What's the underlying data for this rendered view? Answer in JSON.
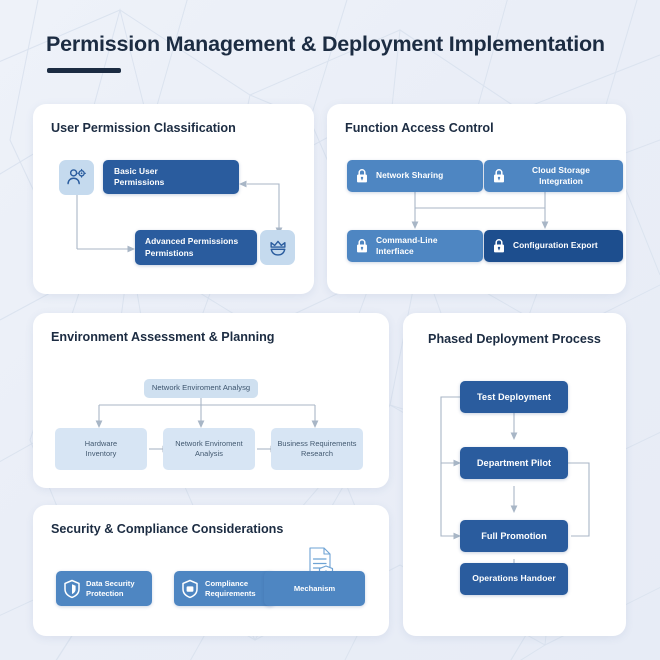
{
  "header": {
    "title": "Permission Management & Deployment Implementation",
    "accent_color": "#1c2c42"
  },
  "colors": {
    "page_background": "#eef1f8",
    "card_background": "#ffffff",
    "node_dark_blue": "#2a5c9e",
    "node_mid_blue": "#4e86c2",
    "node_deep_blue": "#1d4e8e",
    "node_light_blue": "#cfe0f0",
    "icon_tile_blue": "#c5daee",
    "connector_gray": "#a8b6c6",
    "title_text": "#1c2c42"
  },
  "cards": {
    "user_permission": {
      "title": "User Permission Classification",
      "icons": [
        {
          "name": "user-gear-icon"
        },
        {
          "name": "crown-icon"
        }
      ],
      "nodes": [
        {
          "id": "basic-user-permissions",
          "line1": "Basic User",
          "line2": "Permissions",
          "style": "dark"
        },
        {
          "id": "advanced-permissions",
          "line1": "Advanced Permissions",
          "line2": "Permistions",
          "style": "dark"
        }
      ]
    },
    "function_access": {
      "title": "Function Access Control",
      "nodes": [
        {
          "id": "network-sharing",
          "line1": "Network Sharing",
          "line2": "",
          "style": "mid",
          "icon": "lock-icon"
        },
        {
          "id": "cloud-storage-integration",
          "line1": "Cloud Storage",
          "line2": "Integration",
          "style": "mid",
          "icon": "lock-icon"
        },
        {
          "id": "command-line-interface",
          "line1": "Command-Line",
          "line2": "Interfiace",
          "style": "mid",
          "icon": "lock-icon"
        },
        {
          "id": "configuration-export",
          "line1": "Configuration Export",
          "line2": "",
          "style": "deep",
          "icon": "lock-icon"
        }
      ]
    },
    "environment": {
      "title": "Environment Assessment & Planning",
      "root": {
        "id": "network-environment-analysg",
        "label": "Network Enviroment Analysg"
      },
      "nodes": [
        {
          "id": "hardware-inventory",
          "line1": "Hardware",
          "line2": "Inventory"
        },
        {
          "id": "network-environment-analysis",
          "line1": "Network Enviroment",
          "line2": "Analysis"
        },
        {
          "id": "business-requirements-research",
          "line1": "Business Requirements",
          "line2": "Research"
        }
      ]
    },
    "phased_deployment": {
      "title": "Phased Deployment Process",
      "nodes": [
        {
          "id": "test-deployment",
          "label": "Test Deployment"
        },
        {
          "id": "department-pilot",
          "label": "Department Pilot"
        },
        {
          "id": "full-promotion",
          "label": "Full Promotion"
        },
        {
          "id": "operations-handoer",
          "label": "Operations Handoer"
        }
      ]
    },
    "security": {
      "title": "Security & Compliance Considerations",
      "items": [
        {
          "id": "data-security-protection",
          "line1": "Data Security",
          "line2": "Protection",
          "icon": "gear-shield-icon",
          "inline_icon": "shield-icon"
        },
        {
          "id": "compliance-requirements",
          "line1": "Compliance",
          "line2": "Requirements",
          "icon": "envelope-shield-icon",
          "inline_icon": "shield-icon"
        },
        {
          "id": "mechanism",
          "line1": "Mechanism",
          "line2": "",
          "icon": "document-shield-icon",
          "inline_icon": ""
        }
      ]
    }
  }
}
